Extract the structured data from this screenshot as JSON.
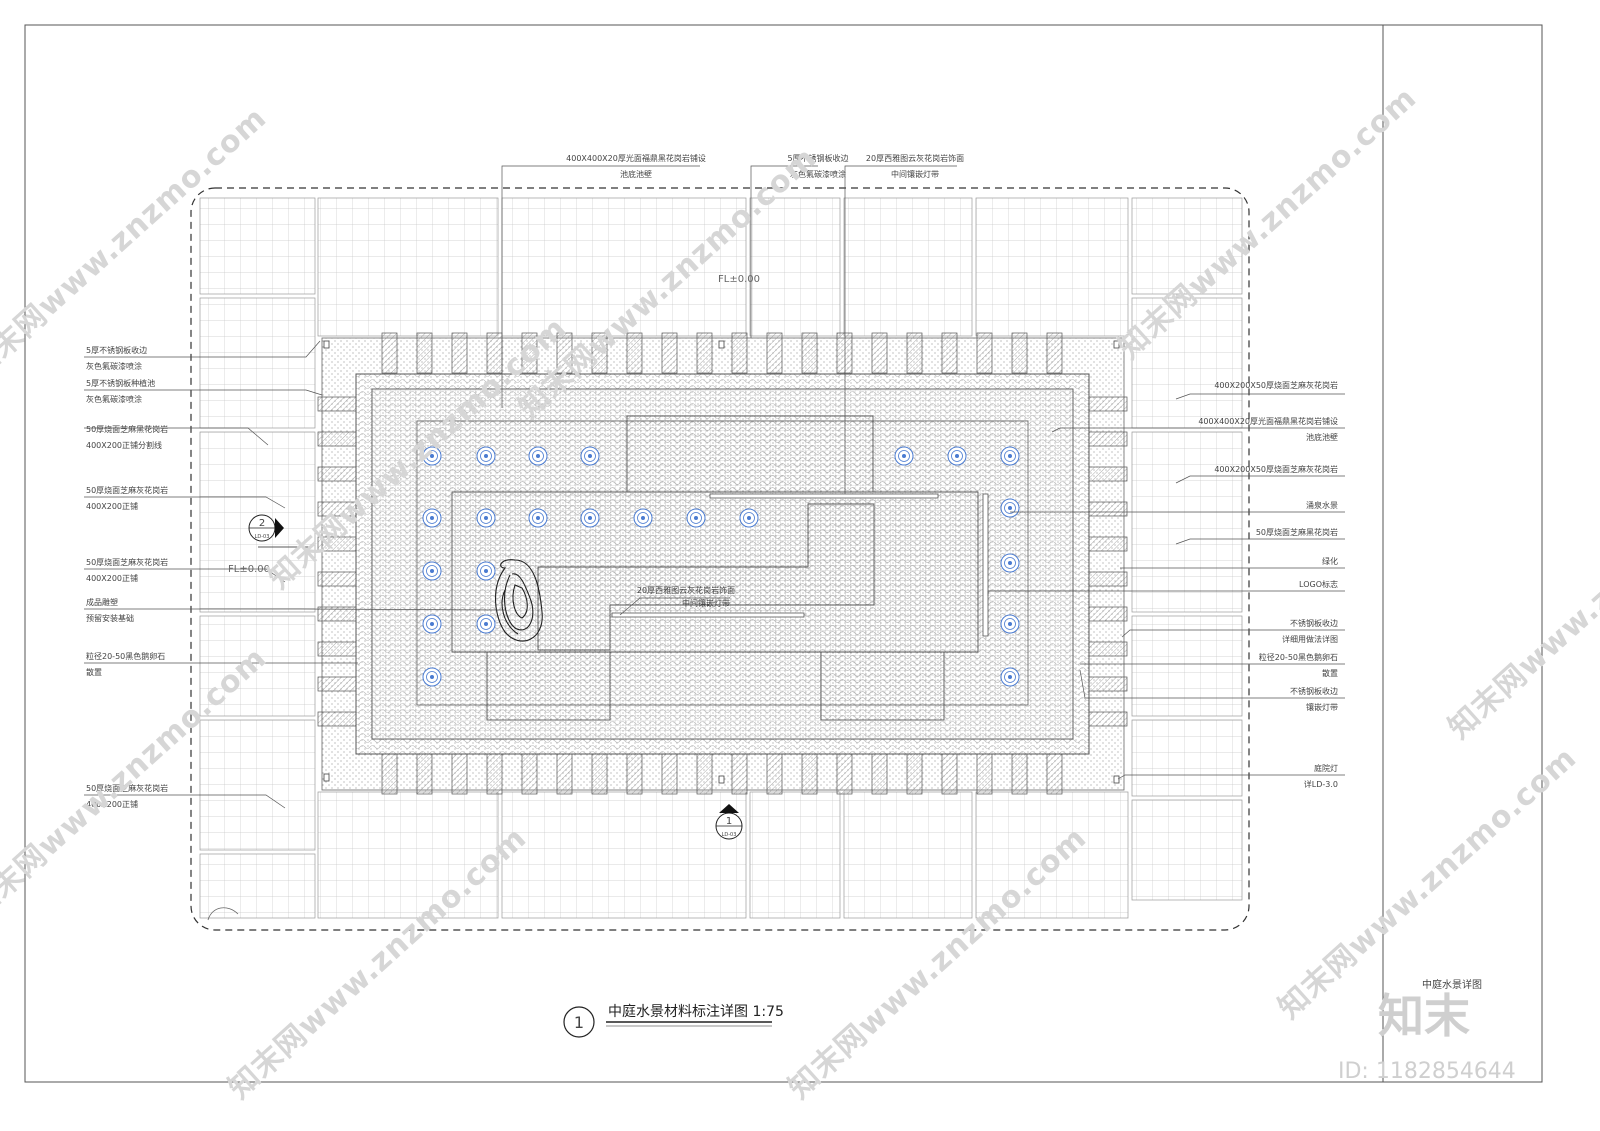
{
  "drawing": {
    "title": "中庭水景材料标注详图 1:75",
    "index_number": "1",
    "sheet_title": "中庭水景详图",
    "elevation_top": "FL±0.00",
    "elevation_left": "FL±0.00",
    "section_left": {
      "num": "2",
      "ref": "LD-03"
    },
    "section_bottom": {
      "num": "1",
      "ref": "LD-03"
    }
  },
  "callouts": {
    "top": [
      {
        "line1": "400X400X20厚光面福鼎黑花岗岩铺设",
        "line2": "池底池壁"
      },
      {
        "line1": "5厚不锈钢板收边",
        "line2": "灰色氟碳漆喷涂"
      },
      {
        "line1": "20厚西雅图云灰花岗岩饰面",
        "line2": "中间镶嵌灯带"
      }
    ],
    "left": [
      {
        "line1": "5厚不锈钢板收边",
        "line2": "灰色氟碳漆喷涂"
      },
      {
        "line1": "5厚不锈钢板种植池",
        "line2": "灰色氟碳漆喷涂"
      },
      {
        "line1": "50厚烧面芝麻黑花岗岩",
        "line2": "400X200正铺分割线"
      },
      {
        "line1": "50厚烧面芝麻灰花岗岩",
        "line2": "400X200正铺"
      },
      {
        "line1": "50厚烧面芝麻灰花岗岩",
        "line2": "400X200正铺"
      },
      {
        "line1": "成品雕塑",
        "line2": "预留安装基础"
      },
      {
        "line1": "粒径20-50黑色鹅卵石",
        "line2": "散置"
      },
      {
        "line1": "50厚烧面芝麻灰花岗岩",
        "line2": "400X200正铺"
      }
    ],
    "right": [
      {
        "line1": "400X200X50厚烧面芝麻灰花岗岩",
        "line2": ""
      },
      {
        "line1": "400X400X20厚光面福鼎黑花岗岩铺设",
        "line2": "池底池壁"
      },
      {
        "line1": "400X200X50厚烧面芝麻灰花岗岩",
        "line2": ""
      },
      {
        "line1": "涌泉水景",
        "line2": ""
      },
      {
        "line1": "50厚烧面芝麻黑花岗岩",
        "line2": ""
      },
      {
        "line1": "绿化",
        "line2": ""
      },
      {
        "line1": "LOGO标志",
        "line2": ""
      },
      {
        "line1": "不锈钢板收边",
        "line2": "详细用做法详图"
      },
      {
        "line1": "粒径20-50黑色鹅卵石",
        "line2": "散置"
      },
      {
        "line1": "不锈钢板收边",
        "line2": "镶嵌灯带"
      },
      {
        "line1": "庭院灯",
        "line2": "详LD-3.0"
      }
    ],
    "center": {
      "line1": "20厚西雅图云灰花岗岩饰面",
      "line2": "中间镶嵌灯带"
    }
  },
  "watermark": {
    "brand": "知末",
    "site_text": "知末网www.znzmo.com",
    "id_text": "ID: 1182854644"
  }
}
